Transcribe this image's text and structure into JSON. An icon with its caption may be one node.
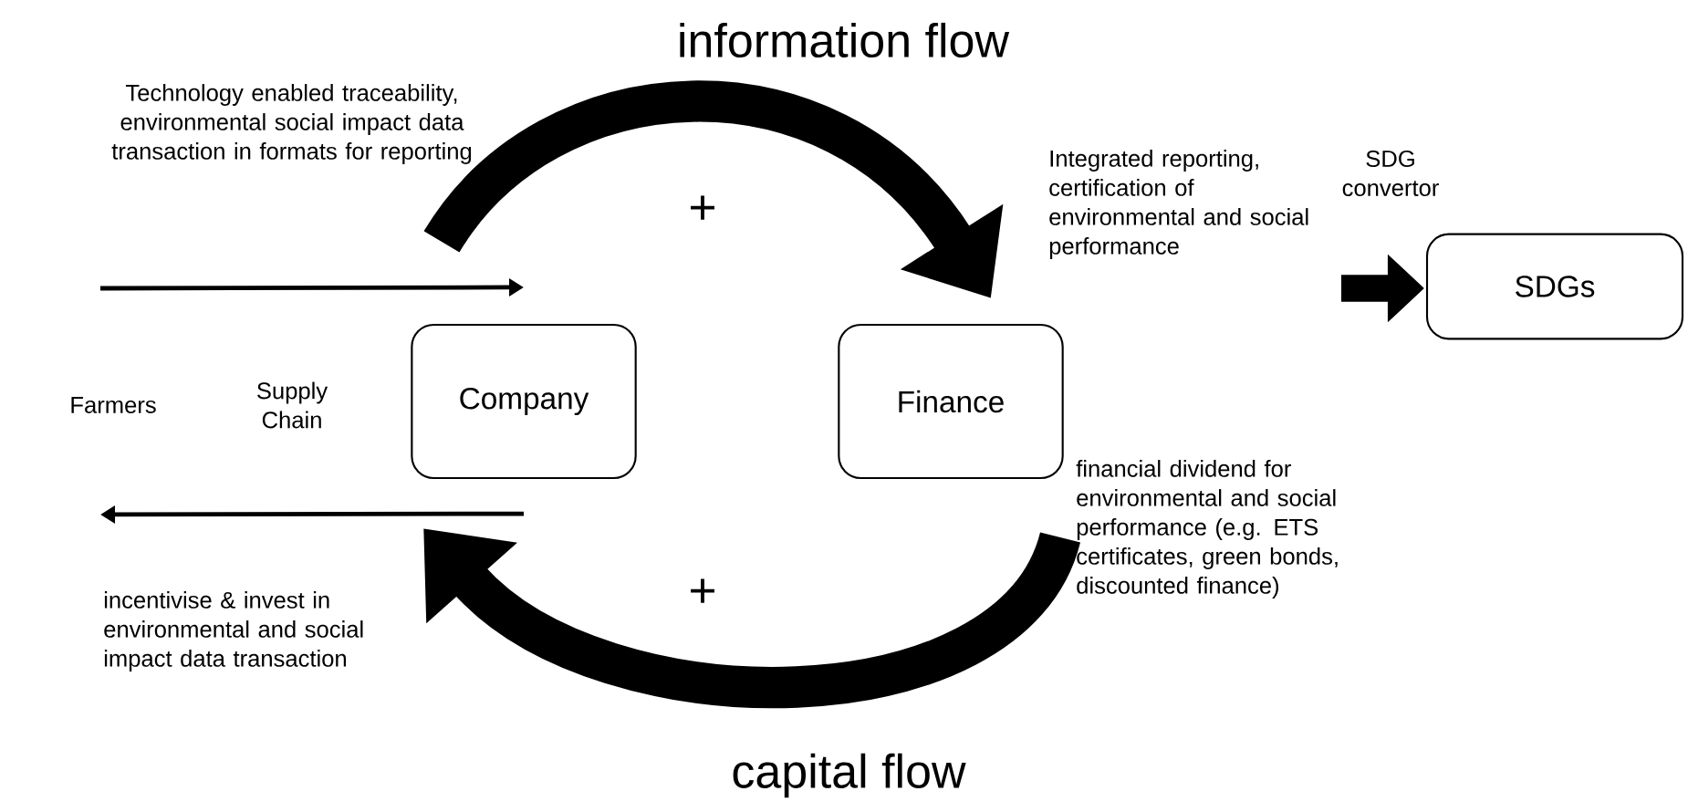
{
  "diagram": {
    "nodes": [
      {
        "text": [
          "Company"
        ]
      },
      {
        "text": [
          "Finance"
        ]
      },
      {
        "text": [
          "SDGs"
        ]
      }
    ],
    "edges": [
      {
        "from": null,
        "to": 0,
        "arrow": "to"
      },
      {
        "from": 0,
        "to": null,
        "arrow": "to"
      },
      {
        "from": 0,
        "to": 1,
        "arrow": "to",
        "label": "+"
      },
      {
        "from": 1,
        "to": 0,
        "arrow": "to",
        "label": "+"
      },
      {
        "from": null,
        "to": 2,
        "arrow": "to",
        "label": "SDG convertor"
      }
    ],
    "labels": [
      "information flow",
      "Technology enabled traceability, environmental social impact data transaction in formats for reporting",
      "Integrated reporting, certification of environmental and social performance",
      "Farmers",
      "Supply Chain",
      "financial dividend for environmental and social performance (e.g. ETS certificates, green bonds, discounted finance)",
      "incentivise & invest in environmental and social impact data transaction",
      "capital flow"
    ]
  }
}
